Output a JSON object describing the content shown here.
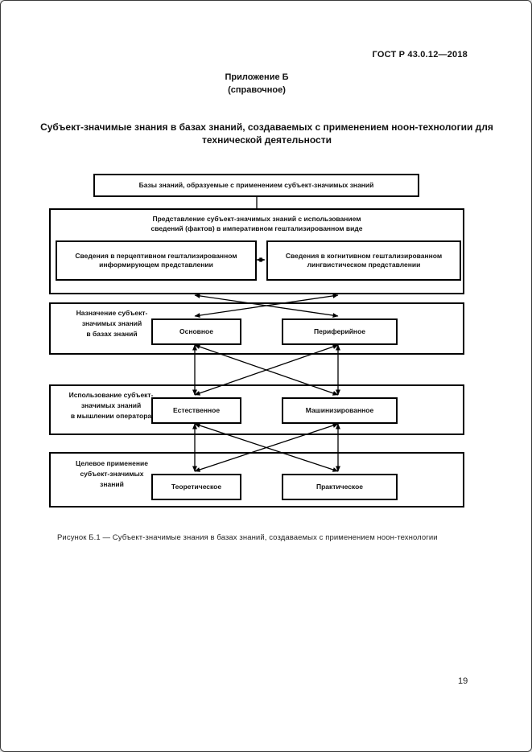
{
  "page": {
    "doc_code": "ГОСТ Р 43.0.12—2018",
    "appendix_title": "Приложение Б",
    "appendix_subtitle": "(справочное)",
    "section_title": "Субъект-значимые знания в базах знаний, создаваемых с применением ноон-технологии для\nтехнической деятельности",
    "figure_caption": "Рисунок Б.1 — Субъект-значимые знания в базах знаний, создаваемых с применением ноон-технологии",
    "page_number": "19"
  },
  "diagram": {
    "top_box": "Базы знаний, образуемые с применением субъект-значимых знаний",
    "representation_title": "Представление субъект-значимых знаний с использованием\nсведений (фактов) в императивном гештализированном виде",
    "perceptive_box": "Сведения в перцептивном гештализированном\nинформирующем представлении",
    "cognitive_box": "Сведения в когнитивном гештализированном\nлингвистическом представлении",
    "rows": [
      {
        "label": "Назначение субъект-\nзначимых знаний\nв базах знаний",
        "left": "Основное",
        "right": "Периферийное"
      },
      {
        "label": "Использование субъект-\nзначимых знаний\nв мышлении оператора",
        "left": "Естественное",
        "right": "Машинизированное"
      },
      {
        "label": "Целевое применение\nсубъект-значимых\nзнаний",
        "left": "Теоретическое",
        "right": "Практическое"
      }
    ],
    "line_color": "#000000"
  }
}
